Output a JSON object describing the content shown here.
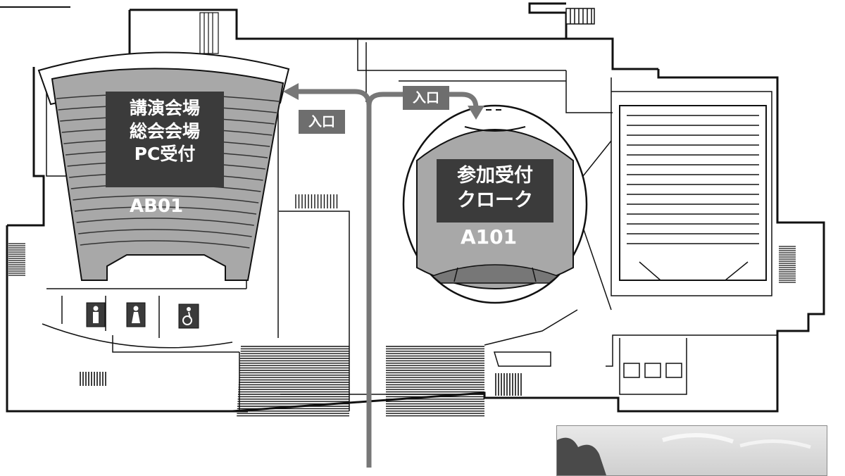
{
  "rooms": {
    "lecture_hall": {
      "lines": [
        "講演会場",
        "総会会場",
        "PC受付"
      ],
      "code": "AB01"
    },
    "registration": {
      "lines": [
        "参加受付",
        "クローク"
      ],
      "code": "A101"
    }
  },
  "entrances": {
    "left_label": "入口",
    "top_label": "入口"
  },
  "icons": {
    "restroom_men": "male-restroom-icon",
    "restroom_women": "female-restroom-icon",
    "restroom_accessible": "accessible-restroom-icon"
  },
  "colors": {
    "room_fill": "#a8a8a8",
    "label_box": "#3b3b3b",
    "route": "#777777",
    "wall": "#111111"
  }
}
